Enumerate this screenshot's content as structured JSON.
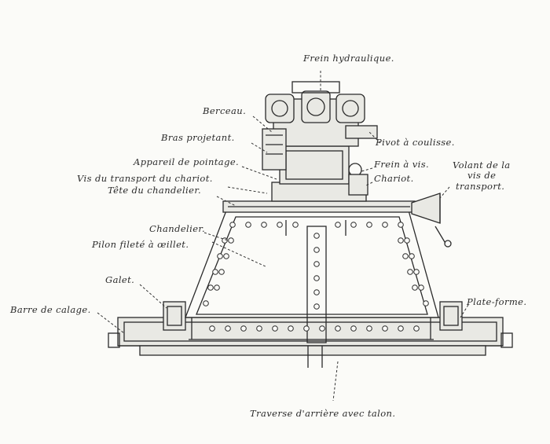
{
  "figure": {
    "labels": {
      "frein_hydraulique": "Frein hydraulique.",
      "berceau": "Berceau.",
      "bras_projetant": "Bras projetant.",
      "pivot_a_coulisse": "Pivot à coulisse.",
      "appareil_de_pointage": "Appareil de pointage.",
      "frein_a_vis": "Frein à vis.",
      "volant_line1": "Volant de la",
      "volant_line2": "vis de",
      "volant_line3": "transport.",
      "vis_transport_chariot": "Vis du transport du chariot.",
      "chariot": "Chariot.",
      "tete_chandelier": "Tête du chandelier.",
      "chandelier": "Chandelier.",
      "pilon_filete": "Pilon fileté à œillet.",
      "galet": "Galet.",
      "barre_de_calage": "Barre de calage.",
      "plate_forme": "Plate-forme.",
      "traverse_arriere": "Traverse d'arrière avec talon."
    }
  }
}
